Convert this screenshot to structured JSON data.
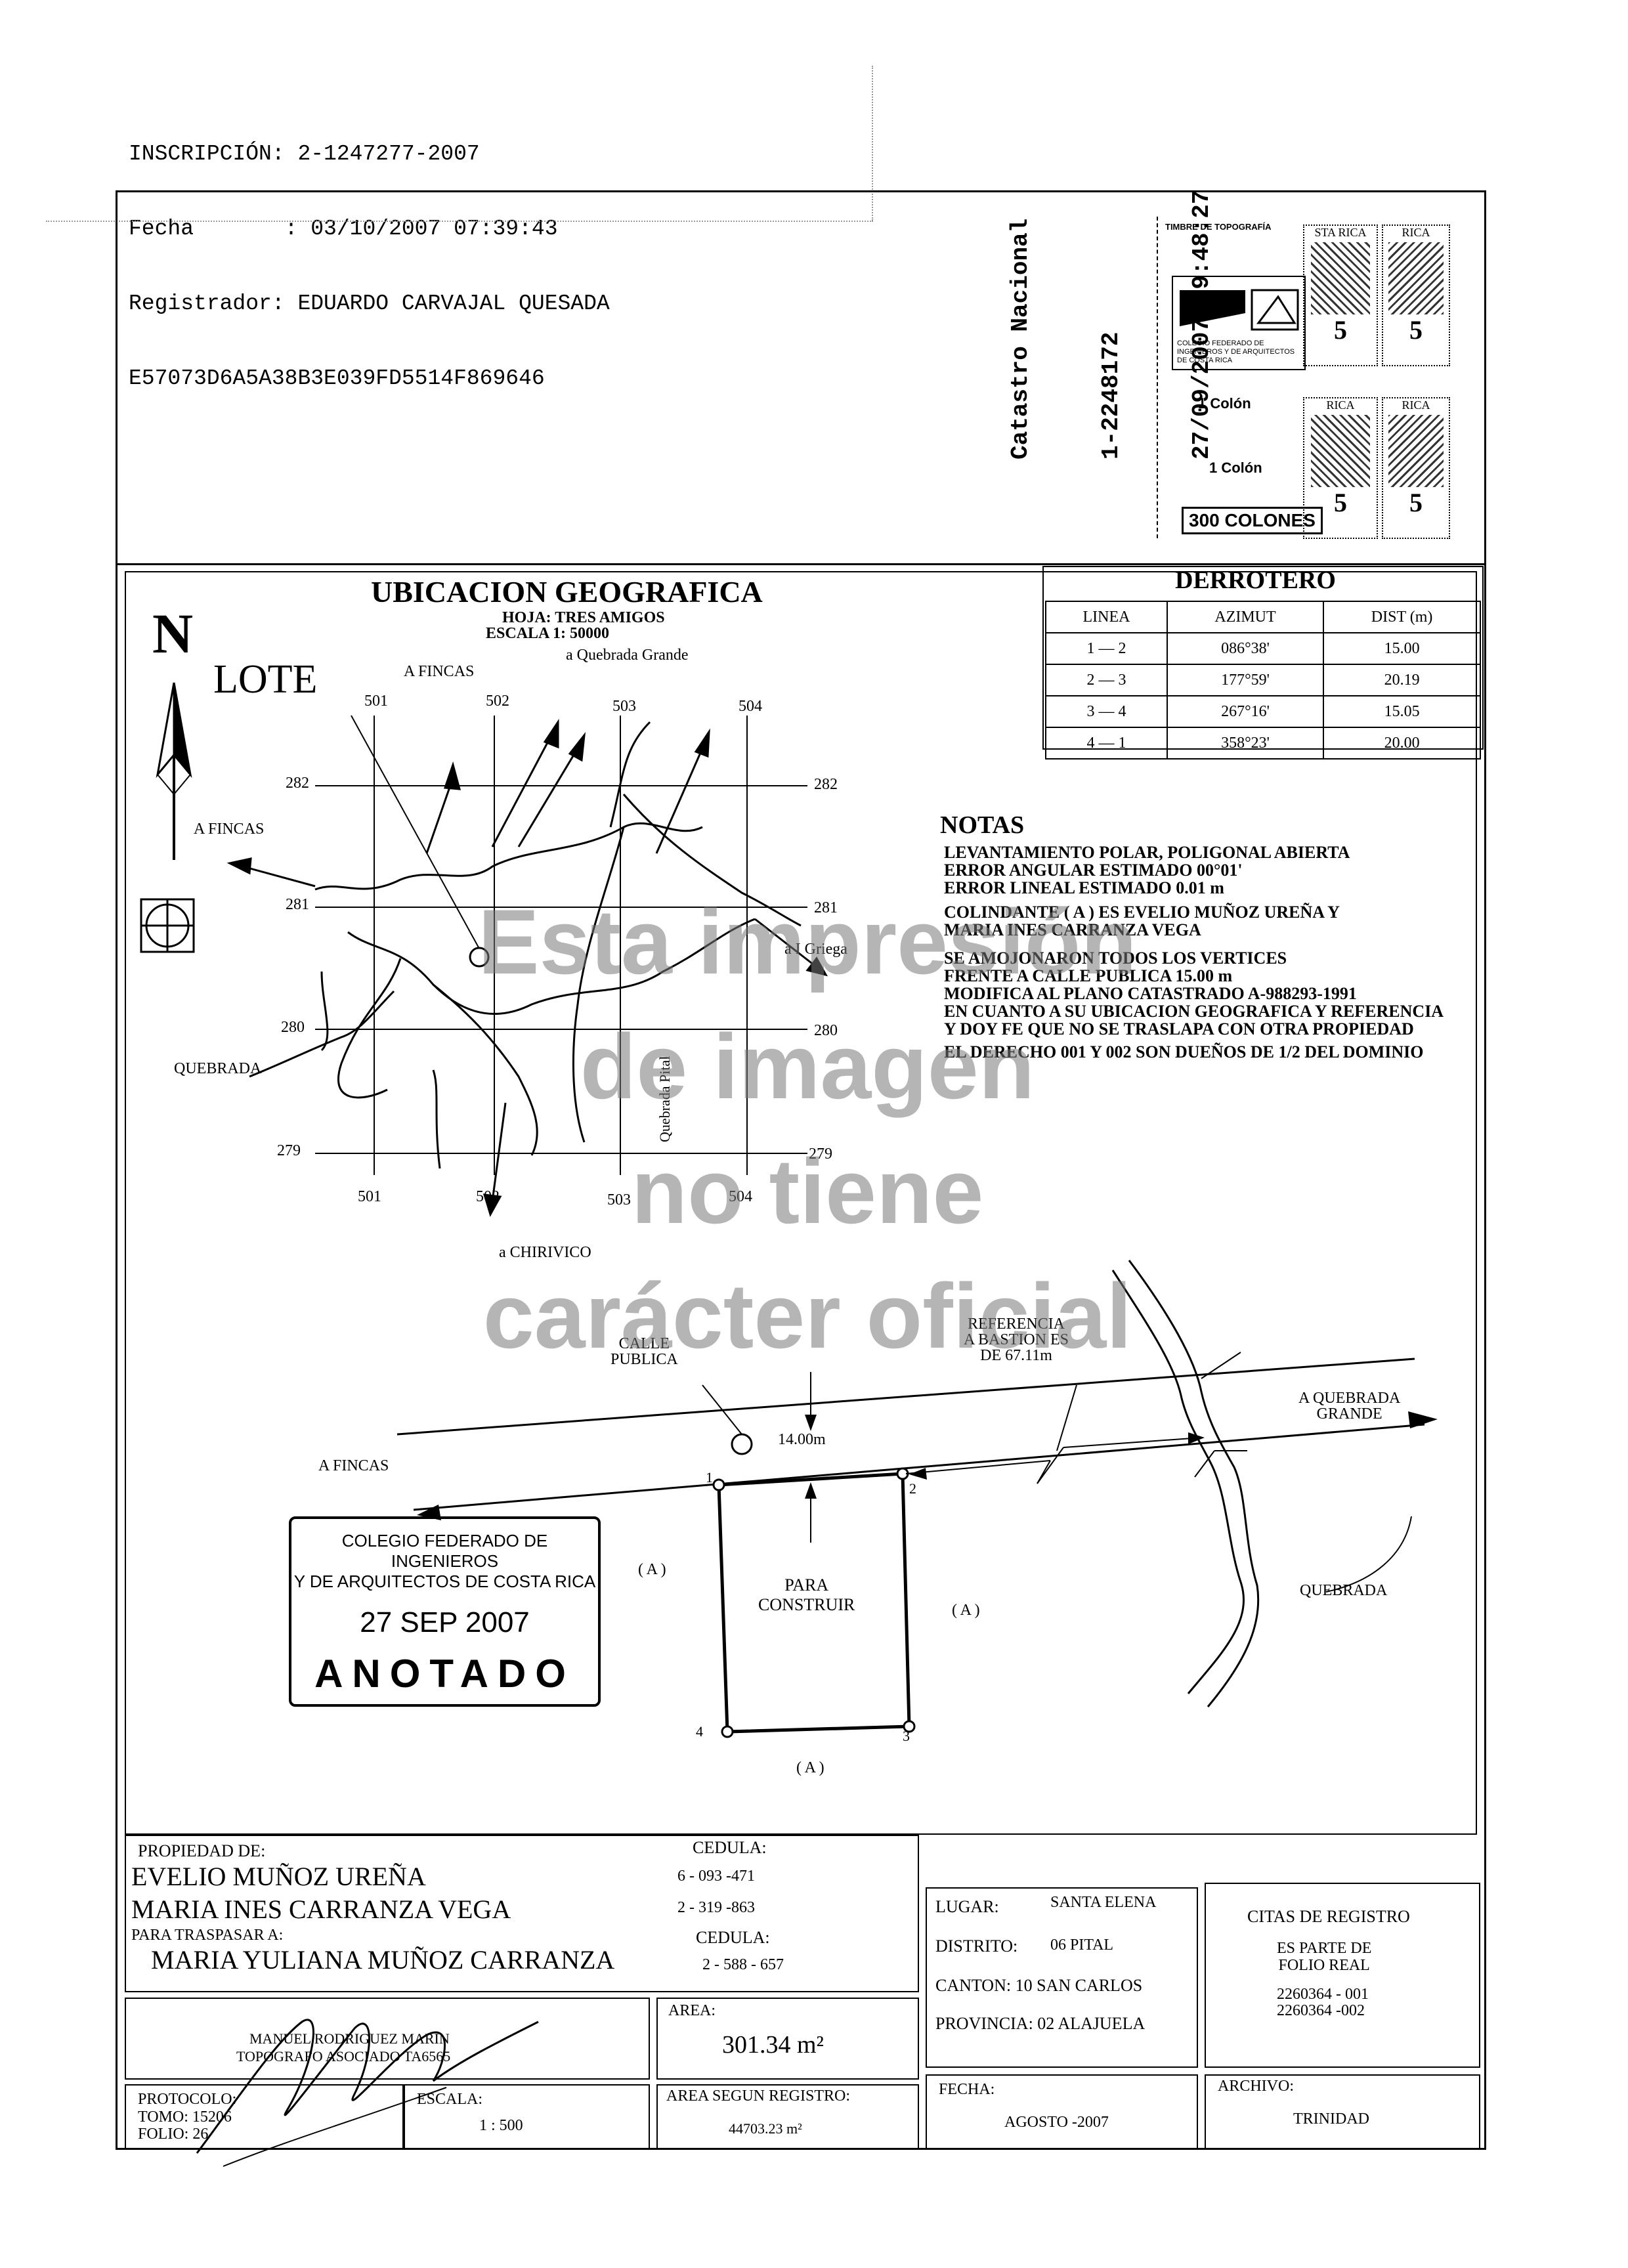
{
  "inscripcion": {
    "line1": "INSCRIPCIÓN: 2-1247277-2007",
    "line2": "Fecha       : 03/10/2007 07:39:43",
    "line3": "Registrador: EDUARDO CARVAJAL QUESADA",
    "line4": "E57073D6A5A38B3E039FD5514F869646"
  },
  "catastro": {
    "line1": "Catastro Nacional",
    "line2": "1-2248172",
    "line3": "27/09/2007 09:48:27"
  },
  "timbres": {
    "title": "TIMBRE DE TOPOGRAFÍA",
    "colegio": "COLEGIO FEDERADO DE INGENIEROS Y DE ARQUITECTOS DE COSTA RICA",
    "colon1": "1 Colón",
    "colon2": "1 Colón",
    "colones300": "300 COLONES",
    "rica": "RICA",
    "costa_rica": "STA RICA",
    "five": "5",
    "colones": "COLONES"
  },
  "ubicacion": {
    "title": "UBICACION GEOGRAFICA",
    "hoja": "HOJA: TRES AMIGOS",
    "escala": "ESCALA 1: 50000",
    "north": "N",
    "lote": "LOTE",
    "a_fincas_top": "A FINCAS",
    "a_fincas_left": "A FINCAS",
    "a_quebrada_grande": "a Quebrada Grande",
    "a_i_griega": "a I Griega",
    "quebrada": "QUEBRADA",
    "quebrada_pital": "Quebrada Pital",
    "a_chirivico": "a CHIRIVICO",
    "grid_x": [
      "501",
      "502",
      "503",
      "504"
    ],
    "grid_y": [
      "282",
      "281",
      "280",
      "279"
    ]
  },
  "derrotero": {
    "title": "DERROTERO",
    "headers": [
      "LINEA",
      "AZIMUT",
      "DIST (m)"
    ],
    "rows": [
      [
        "1 — 2",
        "086°38'",
        "15.00"
      ],
      [
        "2 — 3",
        "177°59'",
        "20.19"
      ],
      [
        "3 — 4",
        "267°16'",
        "15.05"
      ],
      [
        "4 — 1",
        "358°23'",
        "20.00"
      ]
    ]
  },
  "notas": {
    "title": "NOTAS",
    "lines": [
      "LEVANTAMIENTO POLAR, POLIGONAL ABIERTA",
      "ERROR ANGULAR ESTIMADO 00°01'",
      "ERROR LINEAL ESTIMADO 0.01 m",
      "COLINDANTE ( A ) ES EVELIO MUÑOZ UREÑA Y",
      "MARIA INES CARRANZA VEGA",
      "SE AMOJONARON TODOS LOS VERTICES",
      "FRENTE A CALLE PUBLICA 15.00 m",
      "MODIFICA AL PLANO CATASTRADO  A-988293-1991",
      "EN CUANTO A SU UBICACION GEOGRAFICA Y REFERENCIA",
      "Y DOY FE QUE NO SE TRASLAPA CON OTRA PROPIEDAD",
      "EL DERECHO 001 Y 002 SON DUEÑOS DE 1/2 DEL DOMINIO"
    ]
  },
  "watermark": {
    "line1": "Esta impresión",
    "line2": "de imagen",
    "line3": "no tiene",
    "line4": "carácter oficial"
  },
  "plano": {
    "calle_publica_1": "CALLE",
    "calle_publica_2": "PUBLICA",
    "referencia_1": "REFERENCIA",
    "referencia_2": "A BASTION ES",
    "referencia_3": "DE 67.11m",
    "a_quebrada_grande_1": "A QUEBRADA",
    "a_quebrada_grande_2": "GRANDE",
    "a_fincas": "A FINCAS",
    "dist_14": "14.00m",
    "para_1": "PARA",
    "para_2": "CONSTRUIR",
    "colindante": "( A )",
    "quebrada": "QUEBRADA",
    "v1": "1",
    "v2": "2",
    "v3": "3",
    "v4": "4"
  },
  "sello": {
    "line1": "COLEGIO FEDERADO DE INGENIEROS",
    "line2": "Y DE ARQUITECTOS DE COSTA RICA",
    "fecha": "27 SEP 2007",
    "anotado": "ANOTADO"
  },
  "propiedad": {
    "label": "PROPIEDAD DE:",
    "owner1": "EVELIO MUÑOZ UREÑA",
    "owner2": "MARIA INES CARRANZA VEGA",
    "cedula_label": "CEDULA:",
    "cedula1": "6 - 093 -471",
    "cedula2": "2 - 319 -863",
    "traspasar_label": "PARA TRASPASAR A:",
    "new_owner": "MARIA YULIANA  MUÑOZ CARRANZA",
    "cedula_label2": "CEDULA:",
    "cedula3": "2 - 588 - 657"
  },
  "lugar": {
    "lugar_label": "LUGAR:",
    "lugar": "SANTA ELENA",
    "distrito_label": "DISTRITO:",
    "distrito": "06 PITAL",
    "canton": "CANTON: 10 SAN CARLOS",
    "provincia": "PROVINCIA: 02 ALAJUELA"
  },
  "citas": {
    "title": "CITAS DE REGISTRO",
    "es_parte_1": "ES PARTE DE",
    "es_parte_2": "FOLIO REAL",
    "folio1": "2260364 - 001",
    "folio2": "2260364 -002"
  },
  "topografo": {
    "name": "MANUEL RODRIGUEZ MARIN",
    "title": "TOPOGRAFO ASOCIADO TA6565"
  },
  "area": {
    "label": "AREA:",
    "value": "301.34  m²"
  },
  "protocolo": {
    "label": "PROTOCOLO:",
    "tomo": "TOMO:  15206",
    "folio": "FOLIO:  26"
  },
  "escala": {
    "label": "ESCALA:",
    "value": "1 : 500"
  },
  "area_registro": {
    "label": "AREA SEGUN REGISTRO:",
    "value": "44703.23 m²"
  },
  "fecha": {
    "label": "FECHA:",
    "value": "AGOSTO -2007"
  },
  "archivo": {
    "label": "ARCHIVO:",
    "value": "TRINIDAD"
  }
}
